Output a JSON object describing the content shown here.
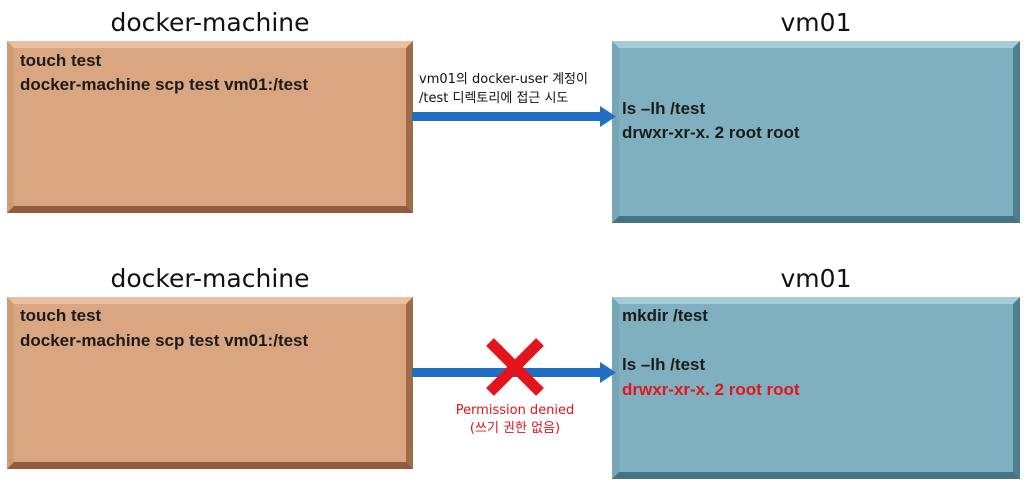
{
  "top": {
    "left_heading": "docker-machine",
    "right_heading": "vm01",
    "left_lines": [
      "touch test",
      "docker-machine  scp  test  vm01:/test"
    ],
    "right_lines": [
      "ls –lh  /test",
      "drwxr-xr-x.    2  root  root"
    ],
    "arrow_note": [
      "vm01의 docker-user 계정이",
      "/test 디렉토리에 접근 시도"
    ]
  },
  "bottom": {
    "left_heading": "docker-machine",
    "right_heading": "vm01",
    "left_lines": [
      "touch test",
      "docker-machine  scp  test  vm01:/test"
    ],
    "right_lines": [
      "mkdir /test",
      "ls –lh  /test",
      "drwxr-xr-x.    2  root  root"
    ],
    "arrow_note": [
      "Permission denied",
      "(쓰기 권한 없음)"
    ]
  },
  "colors": {
    "left_box": "#d9a681",
    "right_box": "#7fb0bf",
    "arrow": "#1f6fc4",
    "deny": "#e3141b"
  },
  "icons": [
    "arrow-right-icon",
    "cross-icon"
  ]
}
